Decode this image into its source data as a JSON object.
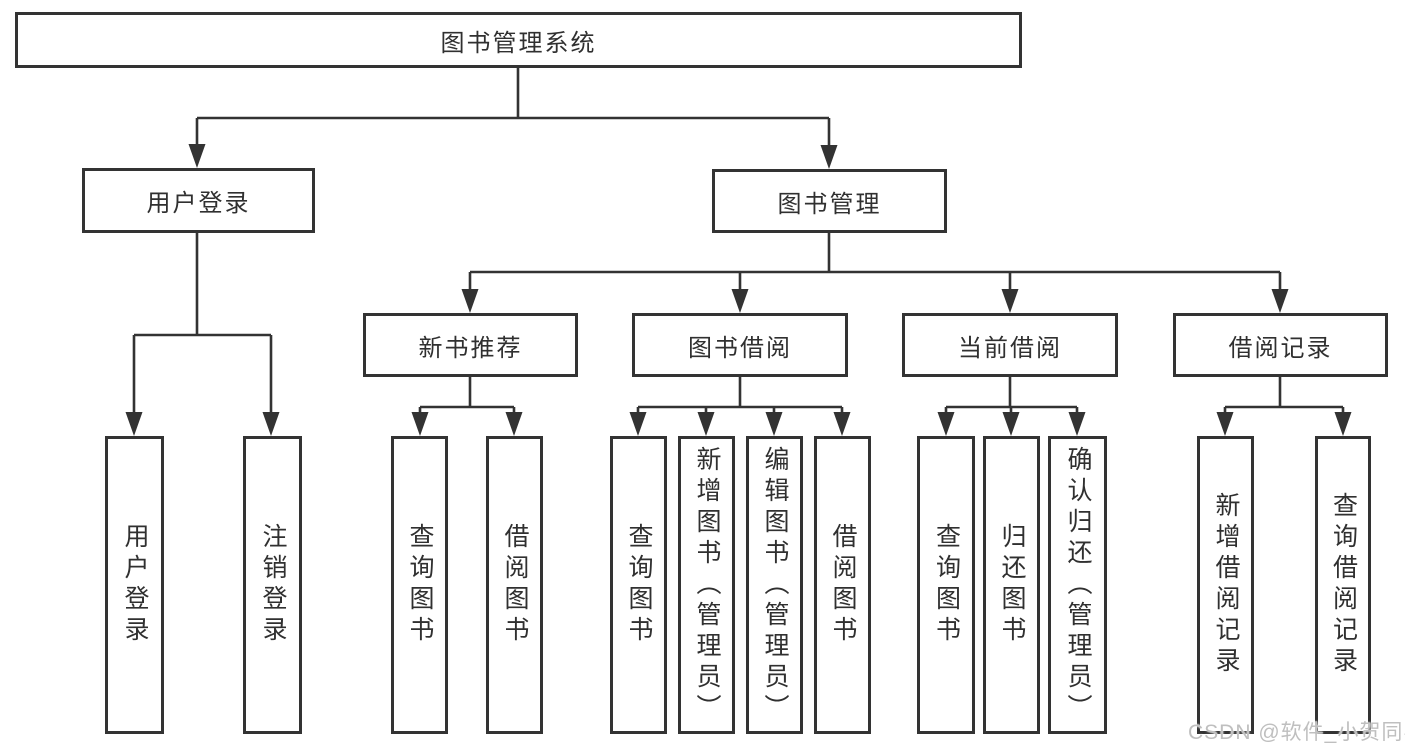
{
  "diagram": {
    "root": {
      "label": "图书管理系统"
    },
    "branches": [
      {
        "label": "用户登录",
        "children": [
          {
            "label": "用户登录"
          },
          {
            "label": "注销登录"
          }
        ]
      },
      {
        "label": "图书管理",
        "children": [
          {
            "label": "新书推荐",
            "children": [
              {
                "label": "查询图书"
              },
              {
                "label": "借阅图书"
              }
            ]
          },
          {
            "label": "图书借阅",
            "children": [
              {
                "label": "查询图书"
              },
              {
                "label": "新增图书（管理员）"
              },
              {
                "label": "编辑图书（管理员）"
              },
              {
                "label": "借阅图书"
              }
            ]
          },
          {
            "label": "当前借阅",
            "children": [
              {
                "label": "查询图书"
              },
              {
                "label": "归还图书"
              },
              {
                "label": "确认归还（管理员）"
              }
            ]
          },
          {
            "label": "借阅记录",
            "children": [
              {
                "label": "新增借阅记录"
              },
              {
                "label": "查询借阅记录"
              }
            ]
          }
        ]
      }
    ]
  },
  "watermark": {
    "text": "CSDN @软件_小贺同学"
  },
  "colors": {
    "line": "#333333",
    "box_border": "#333333",
    "text": "#303030",
    "background": "#ffffff",
    "watermark": "#bfbfbf"
  }
}
